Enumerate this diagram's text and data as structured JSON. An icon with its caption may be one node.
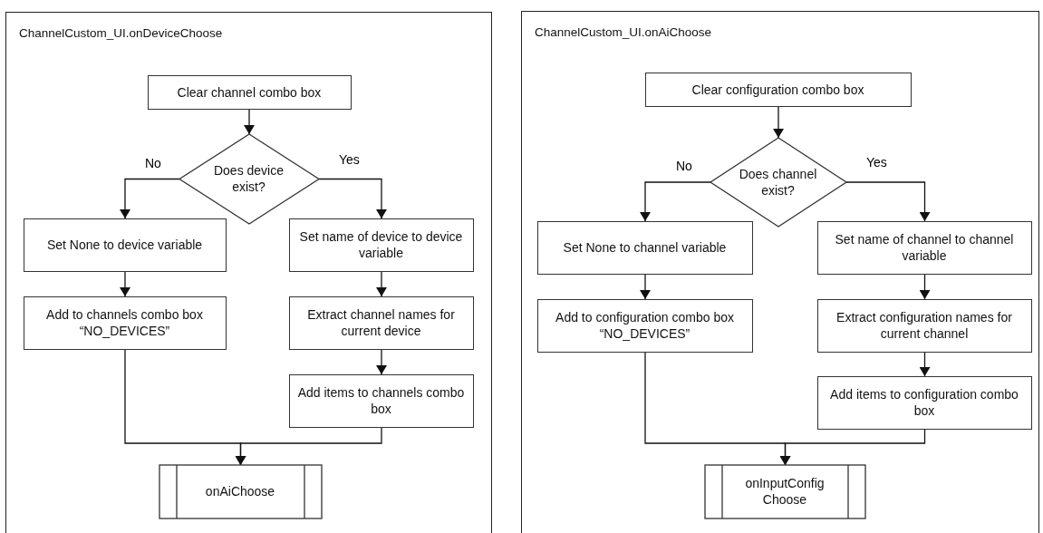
{
  "diagram": {
    "nodes": [
      {
        "text": [
          "ChannelCustom_UI.onDeviceChoose"
        ]
      },
      {
        "text": [
          "Clear channel combo box"
        ],
        "in": 0
      },
      {
        "text": [
          "Does device exist?"
        ],
        "in": 0
      },
      {
        "text": [
          "Set None to device variable"
        ],
        "in": 0
      },
      {
        "text": [
          "Set name of device to device variable"
        ],
        "in": 0
      },
      {
        "text": [
          "Add to channels combo box “NO_DEVICES”"
        ],
        "in": 0
      },
      {
        "text": [
          "Extract channel names for current device"
        ],
        "in": 0
      },
      {
        "text": [
          "Add items to channels combo box"
        ],
        "in": 0
      },
      {
        "text": [
          "onAiChoose"
        ],
        "in": 0
      },
      {
        "text": [
          "ChannelCustom_UI.onAiChoose"
        ]
      },
      {
        "text": [
          "Clear configuration combo box"
        ],
        "in": 9
      },
      {
        "text": [
          "Does channel exist?"
        ],
        "in": 9
      },
      {
        "text": [
          "Set None to channel variable"
        ],
        "in": 9
      },
      {
        "text": [
          "Set name of channel to channel variable"
        ],
        "in": 9
      },
      {
        "text": [
          "Add to configuration combo box “NO_DEVICES”"
        ],
        "in": 9
      },
      {
        "text": [
          "Extract configuration names for current channel"
        ],
        "in": 9
      },
      {
        "text": [
          "Add items to configuration combo box"
        ],
        "in": 9
      },
      {
        "text": [
          "onInputConfig Choose"
        ],
        "in": 9
      }
    ],
    "edges": [
      {
        "from": 1,
        "to": 2,
        "arrow": "to"
      },
      {
        "from": 2,
        "to": 3,
        "arrow": "to",
        "label": "No"
      },
      {
        "from": 2,
        "to": 4,
        "arrow": "to",
        "label": "Yes"
      },
      {
        "from": 3,
        "to": 5,
        "arrow": "to"
      },
      {
        "from": 4,
        "to": 6,
        "arrow": "to"
      },
      {
        "from": 6,
        "to": 7,
        "arrow": "to"
      },
      {
        "from": 5,
        "to": 8,
        "arrow": "to"
      },
      {
        "from": 7,
        "to": 8,
        "arrow": "to"
      },
      {
        "from": 10,
        "to": 11,
        "arrow": "to"
      },
      {
        "from": 11,
        "to": 12,
        "arrow": "to",
        "label": "No"
      },
      {
        "from": 11,
        "to": 13,
        "arrow": "to",
        "label": "Yes"
      },
      {
        "from": 12,
        "to": 14,
        "arrow": "to"
      },
      {
        "from": 13,
        "to": 15,
        "arrow": "to"
      },
      {
        "from": 15,
        "to": 16,
        "arrow": "to"
      },
      {
        "from": 14,
        "to": 17,
        "arrow": "to"
      },
      {
        "from": 16,
        "to": 17,
        "arrow": "to"
      }
    ]
  }
}
